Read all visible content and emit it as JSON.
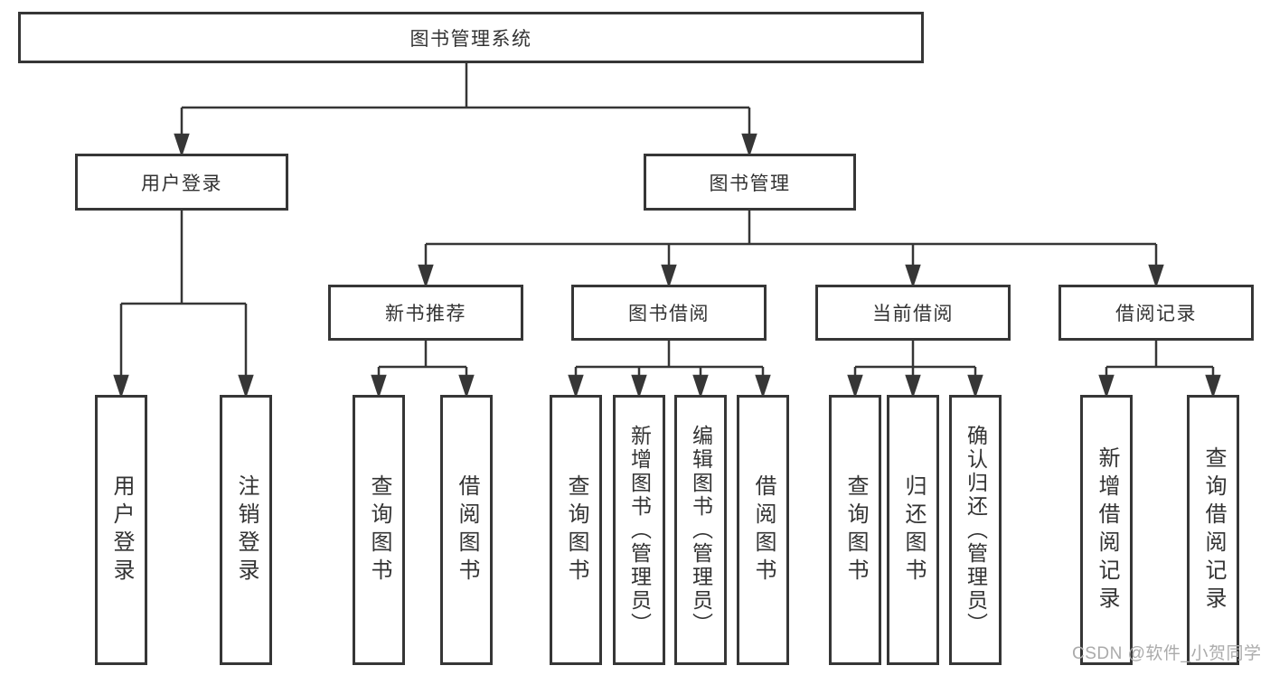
{
  "colors": {
    "line": "#363636",
    "box_border": "#363636",
    "box_background": "#ffffff",
    "page_background": "#ffffff",
    "text": "#333333",
    "watermark": "#ababab"
  },
  "watermark": {
    "text": "CSDN @软件_小贺同学"
  },
  "tree": {
    "root": {
      "label": "图书管理系统",
      "children": [
        {
          "label": "用户登录",
          "children": [
            {
              "label": "用户登录"
            },
            {
              "label": "注销登录"
            }
          ]
        },
        {
          "label": "图书管理",
          "children": [
            {
              "label": "新书推荐",
              "children": [
                {
                  "label": "查询图书"
                },
                {
                  "label": "借阅图书"
                }
              ]
            },
            {
              "label": "图书借阅",
              "children": [
                {
                  "label": "查询图书"
                },
                {
                  "label": "新增图书（管理员）"
                },
                {
                  "label": "编辑图书（管理员）"
                },
                {
                  "label": "借阅图书"
                }
              ]
            },
            {
              "label": "当前借阅",
              "children": [
                {
                  "label": "查询图书"
                },
                {
                  "label": "归还图书"
                },
                {
                  "label": "确认归还（管理员）"
                }
              ]
            },
            {
              "label": "借阅记录",
              "children": [
                {
                  "label": "新增借阅记录"
                },
                {
                  "label": "查询借阅记录"
                }
              ]
            }
          ]
        }
      ]
    }
  }
}
